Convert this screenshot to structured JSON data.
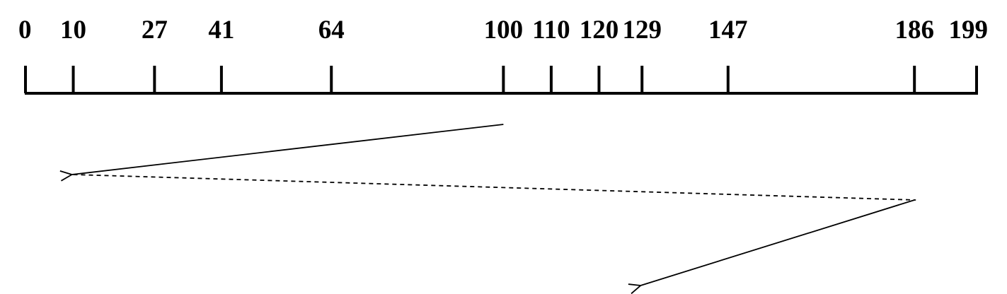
{
  "axis": {
    "min": 0,
    "max": 199,
    "ticks": [
      0,
      10,
      27,
      41,
      64,
      100,
      110,
      120,
      129,
      147,
      186,
      199
    ]
  },
  "movements": [
    {
      "from": 100,
      "to": 10,
      "style": "solid"
    },
    {
      "from": 10,
      "to": 186,
      "style": "dashed"
    },
    {
      "from": 186,
      "to": 129,
      "style": "solid"
    }
  ],
  "colors": {
    "line": "#000000",
    "background": "#ffffff"
  }
}
